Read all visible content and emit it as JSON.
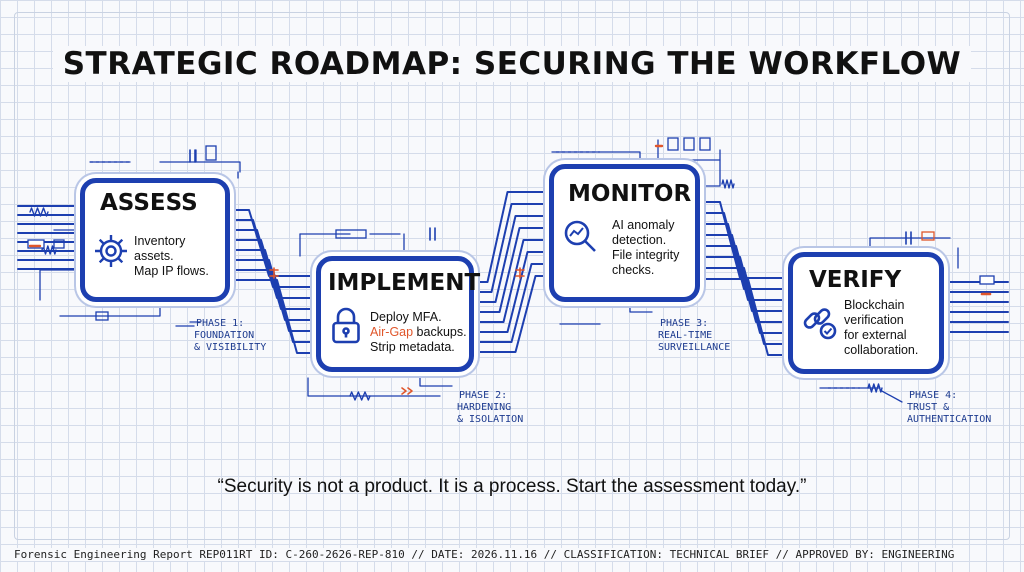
{
  "title": "STRATEGIC ROADMAP: SECURING THE WORKFLOW",
  "phases": [
    {
      "name": "ASSESS",
      "icon": "gear-icon",
      "lines": [
        "Inventory",
        "assets.",
        "Map IP flows."
      ],
      "phase_line1": "PHASE 1:",
      "phase_line2": "FOUNDATION",
      "phase_line3": "& VISIBILITY"
    },
    {
      "name": "IMPLEMENT",
      "icon": "padlock-icon",
      "line1": "Deploy MFA.",
      "line2_highlight": "Air-Gap",
      "line2_rest": " backups.",
      "line3": "Strip metadata.",
      "phase_line1": "PHASE 2:",
      "phase_line2": "HARDENING",
      "phase_line3": "& ISOLATION"
    },
    {
      "name": "MONITOR",
      "icon": "magnifier-chart-icon",
      "lines": [
        "AI anomaly",
        "detection.",
        "File integrity",
        "checks."
      ],
      "phase_line1": "PHASE 3:",
      "phase_line2": "REAL-TIME",
      "phase_line3": "SURVEILLANCE"
    },
    {
      "name": "VERIFY",
      "icon": "chain-link-check-icon",
      "lines": [
        "Blockchain",
        "verification",
        "for external",
        "collaboration."
      ],
      "phase_line1": "PHASE 4:",
      "phase_line2": "TRUST &",
      "phase_line3": "AUTHENTICATION"
    }
  ],
  "quote": "“Security is not a product. It is a process. Start the assessment today.”",
  "footer": "Forensic Engineering Report REP011RT ID: C-260-2626-REP-810 // DATE: 2026.11.16 // CLASSIFICATION: TECHNICAL BRIEF // APPROVED BY: ENGINEERING",
  "colors": {
    "chip_border": "#1d3fb0",
    "wire": "#1d3fb0",
    "accent": "#e0562b",
    "grid": "#d5dcea"
  }
}
